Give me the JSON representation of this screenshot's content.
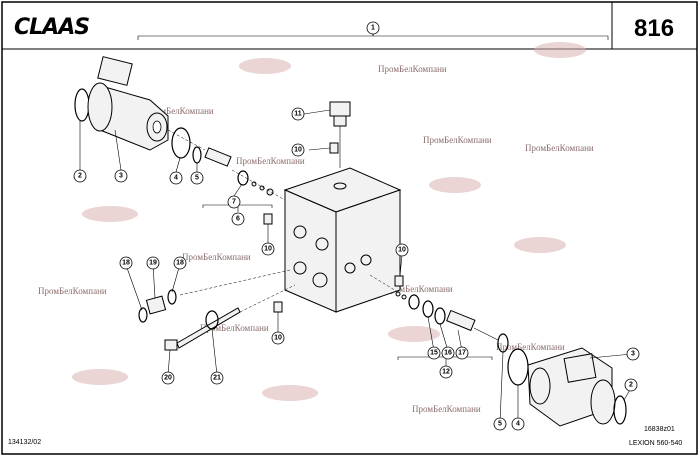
{
  "brand": "CLAAS",
  "page_number": "816",
  "drawing_ref_left": "134132/02",
  "drawing_ref_right": "16838z01",
  "model": "LEXION 560-540",
  "watermark_text": "ПромБелКомпани",
  "callouts": [
    "1",
    "2",
    "3",
    "4",
    "5",
    "7",
    "6",
    "10",
    "11",
    "10",
    "10",
    "18",
    "19",
    "18",
    "10",
    "20",
    "21",
    "15",
    "16",
    "17",
    "12",
    "5",
    "4",
    "3",
    "2"
  ],
  "colors": {
    "ink": "#000000",
    "watermark": "#c8a0a0"
  }
}
